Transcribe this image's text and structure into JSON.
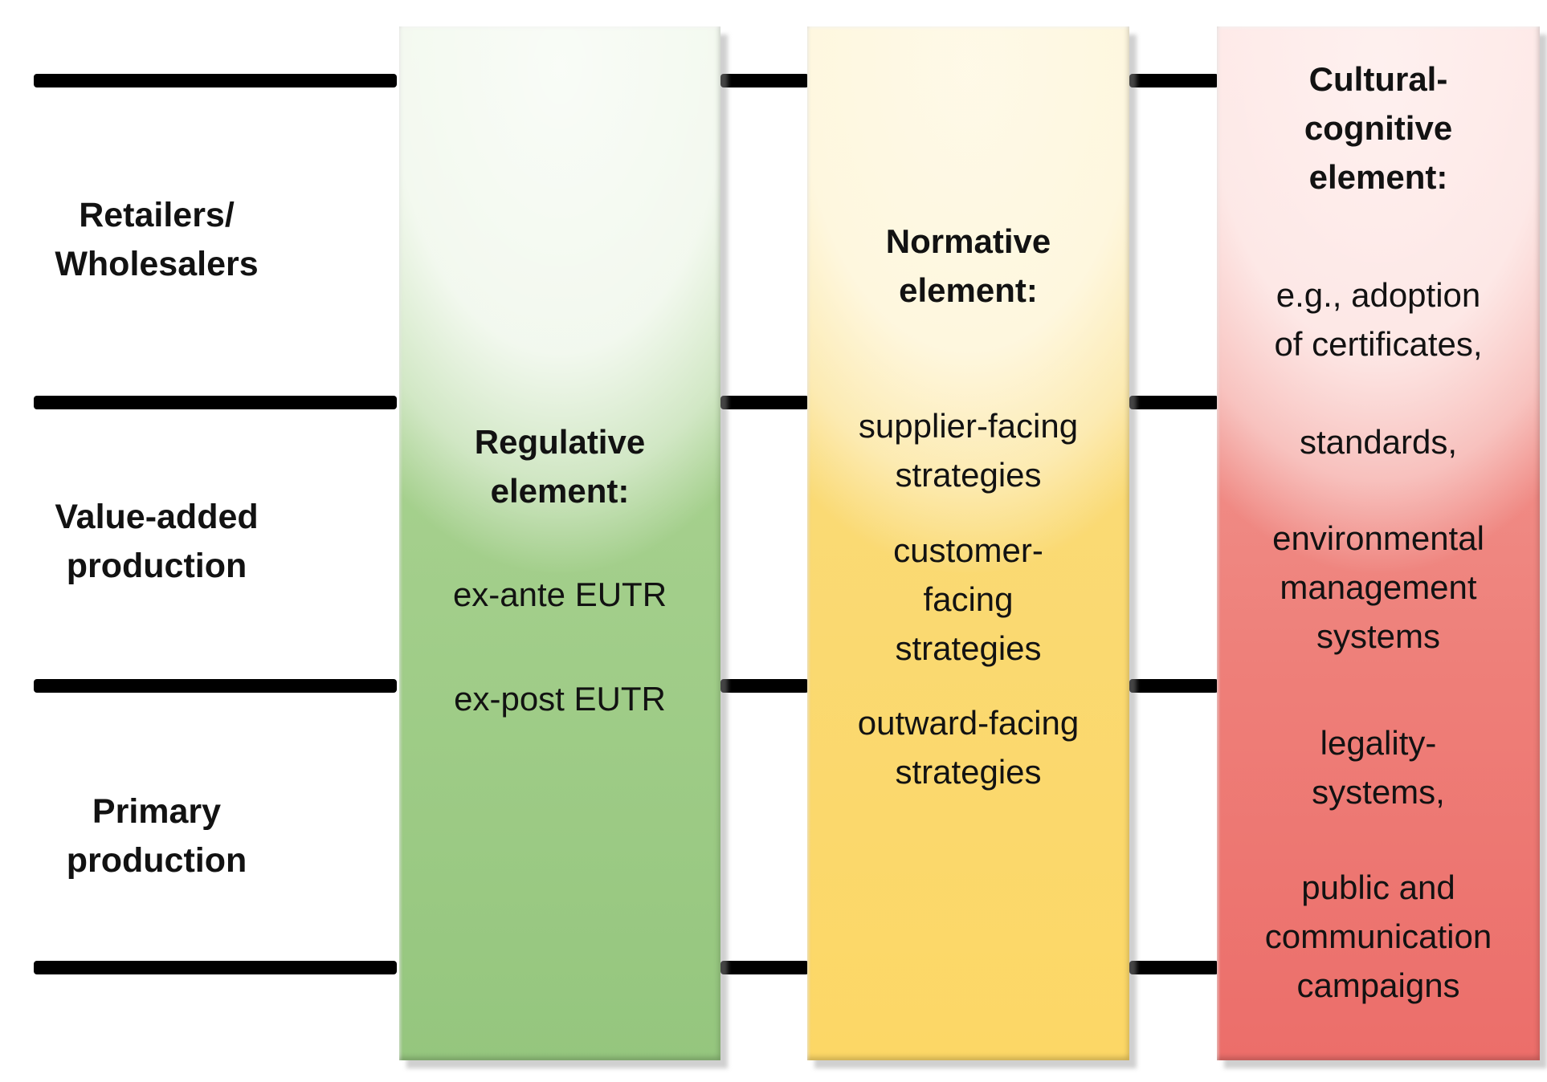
{
  "colors": {
    "line": "#000000",
    "text": "#121212",
    "green_mid": "#b2d899",
    "green_base": "#95c67e",
    "yellow_mid": "#f8dc80",
    "yellow_base": "#fcd766",
    "red_mid": "#f4a7a1",
    "red_low": "#ee7f79",
    "red_base": "#ec6e6a"
  },
  "stages": [
    {
      "label": "Retailers/\nWholesalers"
    },
    {
      "label": "Value-added\nproduction"
    },
    {
      "label": "Primary\nproduction"
    }
  ],
  "pillars": [
    {
      "id": "regulative",
      "header": "Regulative\nelement:",
      "items": [
        "ex-ante EUTR",
        "ex-post EUTR"
      ]
    },
    {
      "id": "normative",
      "header": "Normative\nelement:",
      "items": [
        "supplier-facing\nstrategies",
        "customer-\nfacing\nstrategies",
        "outward-facing\nstrategies"
      ]
    },
    {
      "id": "cultural-cognitive",
      "header": "Cultural-\ncognitive\nelement:",
      "items": [
        "e.g., adoption\nof certificates,",
        "standards,",
        "environmental\nmanagement\nsystems",
        "legality-\nsystems,",
        "public and\ncommunication\ncampaigns"
      ]
    }
  ]
}
